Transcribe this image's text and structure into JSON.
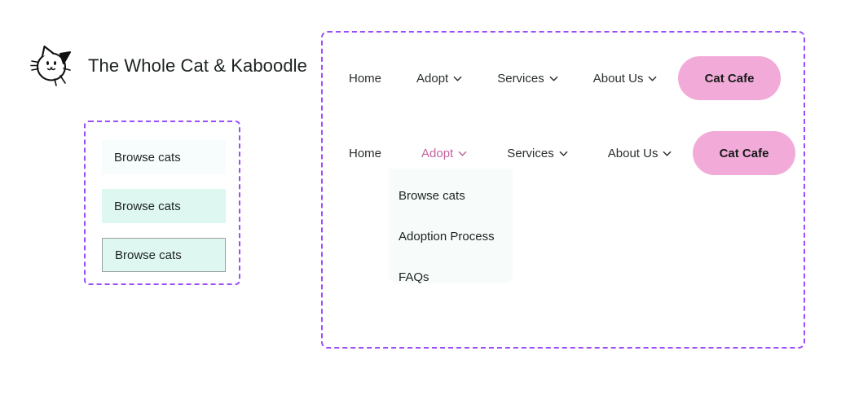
{
  "brand": {
    "logo_icon": "cat-face-icon",
    "title": "The Whole Cat & Kaboodle"
  },
  "button_panel": {
    "buttons": [
      {
        "label": "Browse cats",
        "state": "default"
      },
      {
        "label": "Browse cats",
        "state": "hover"
      },
      {
        "label": "Browse cats",
        "state": "focus"
      }
    ]
  },
  "nav_panel": {
    "navbar_default": {
      "items": [
        {
          "label": "Home",
          "has_chevron": false,
          "active": false
        },
        {
          "label": "Adopt",
          "has_chevron": true,
          "active": false
        },
        {
          "label": "Services",
          "has_chevron": true,
          "active": false
        },
        {
          "label": "About Us",
          "has_chevron": true,
          "active": false
        }
      ],
      "cta_label": "Cat Cafe"
    },
    "navbar_open": {
      "items": [
        {
          "label": "Home",
          "has_chevron": false,
          "active": false
        },
        {
          "label": "Adopt",
          "has_chevron": true,
          "active": true
        },
        {
          "label": "Services",
          "has_chevron": true,
          "active": false
        },
        {
          "label": "About Us",
          "has_chevron": true,
          "active": false
        }
      ],
      "cta_label": "Cat Cafe",
      "dropdown": {
        "items": [
          {
            "label": "Browse cats"
          },
          {
            "label": "Adoption Process"
          },
          {
            "label": "FAQs"
          }
        ]
      }
    }
  },
  "colors": {
    "accent_pink": "#f2abd9",
    "active_link": "#c2649d",
    "mint_hover": "#dff7f1",
    "mint_default": "#f6fdfc",
    "dropdown_bg": "#f7fcfb",
    "annotation_purple": "#9b4dfa",
    "text_dark": "#1c2321",
    "focus_border": "#9aa0a0"
  },
  "icons": {
    "chevron_down": "chevron-down-icon"
  }
}
